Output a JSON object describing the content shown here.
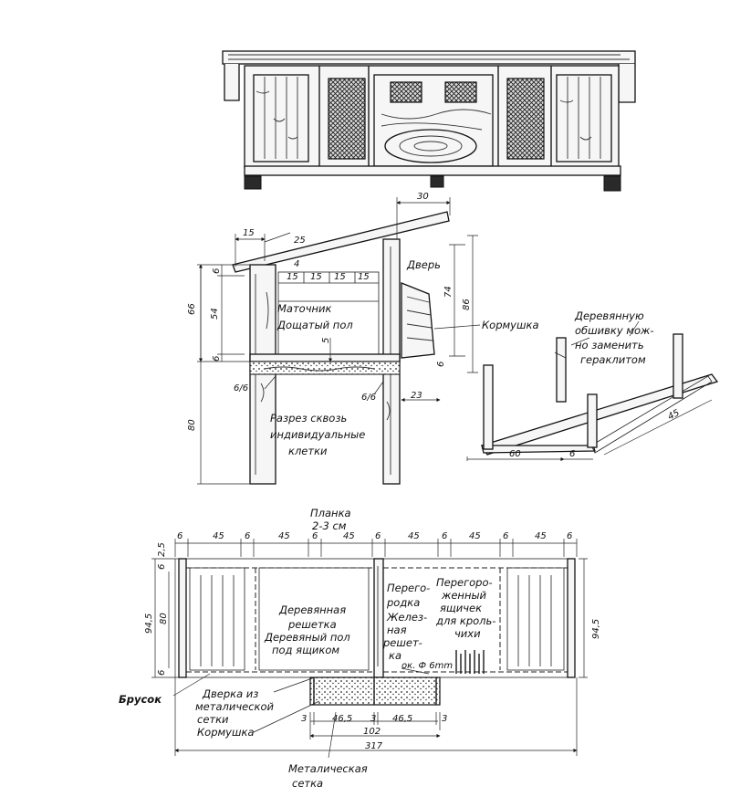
{
  "elevation": {
    "pattern_name": "mesh-crosshatch"
  },
  "section": {
    "dims": {
      "d30": "30",
      "d15_top": "15",
      "d25": "25",
      "d4": "4",
      "d15a": "15",
      "d15b": "15",
      "d15c": "15",
      "d15d": "15",
      "d66": "66",
      "d54": "54",
      "d6a": "6",
      "d6b": "6",
      "d6c": "6",
      "d74": "74",
      "d86": "86",
      "d80": "80",
      "d66slash": "6/6",
      "d66slash2": "6/6",
      "d23": "23",
      "d5": "5"
    },
    "labels": {
      "door": "Дверь",
      "brood": "Маточник",
      "plank_floor": "Дощатый пол",
      "feeder": "Кормушка",
      "section_l1": "Разрез сквозь",
      "section_l2": "индивидуальные",
      "section_l3": "клетки"
    }
  },
  "frame": {
    "note_l1": "Деревянную",
    "note_l2": "обшивку мож-",
    "note_l3": "но заменить",
    "note_l4": "гераклитом",
    "d45": "45",
    "d60": "60",
    "d6": "6"
  },
  "plan": {
    "title_l1": "Планка",
    "title_l2": "2-3 см",
    "top_dims": [
      "6",
      "45",
      "6",
      "45",
      "6",
      "45",
      "6",
      "45",
      "6",
      "45",
      "6",
      "45",
      "6"
    ],
    "d25": "2,5",
    "d6_left": "6",
    "d945_left": "94,5",
    "d80_left": "80",
    "d6_left2": "6",
    "d945_right": "94,5",
    "lattice_l1": "Деревянная",
    "lattice_l2": "решетка",
    "floor_l1": "Деревяный пол",
    "floor_l2": "под ящиком",
    "partition_l1": "Перего-",
    "partition_l2": "родка",
    "partition_l3": "Желез-",
    "partition_l4": "ная",
    "partition_l5": "решет-",
    "partition_l6": "ка",
    "box_l1": "Перегоро-",
    "box_l2": "женный",
    "box_l3": "ящичек",
    "box_l4": "для кроль-",
    "box_l5": "чихи",
    "rod": "ок. Ф 6mm",
    "bar": "Брусок",
    "door_l1": "Дверка из",
    "door_l2": "металической",
    "door_l3": "сетки",
    "feeder": "Кормушка",
    "d3a": "3",
    "d465a": "46,5",
    "d3b": "3",
    "d465b": "46,5",
    "d3c": "3",
    "d102": "102",
    "d317": "317",
    "mesh_l1": "Металическая",
    "mesh_l2": "сетка"
  }
}
